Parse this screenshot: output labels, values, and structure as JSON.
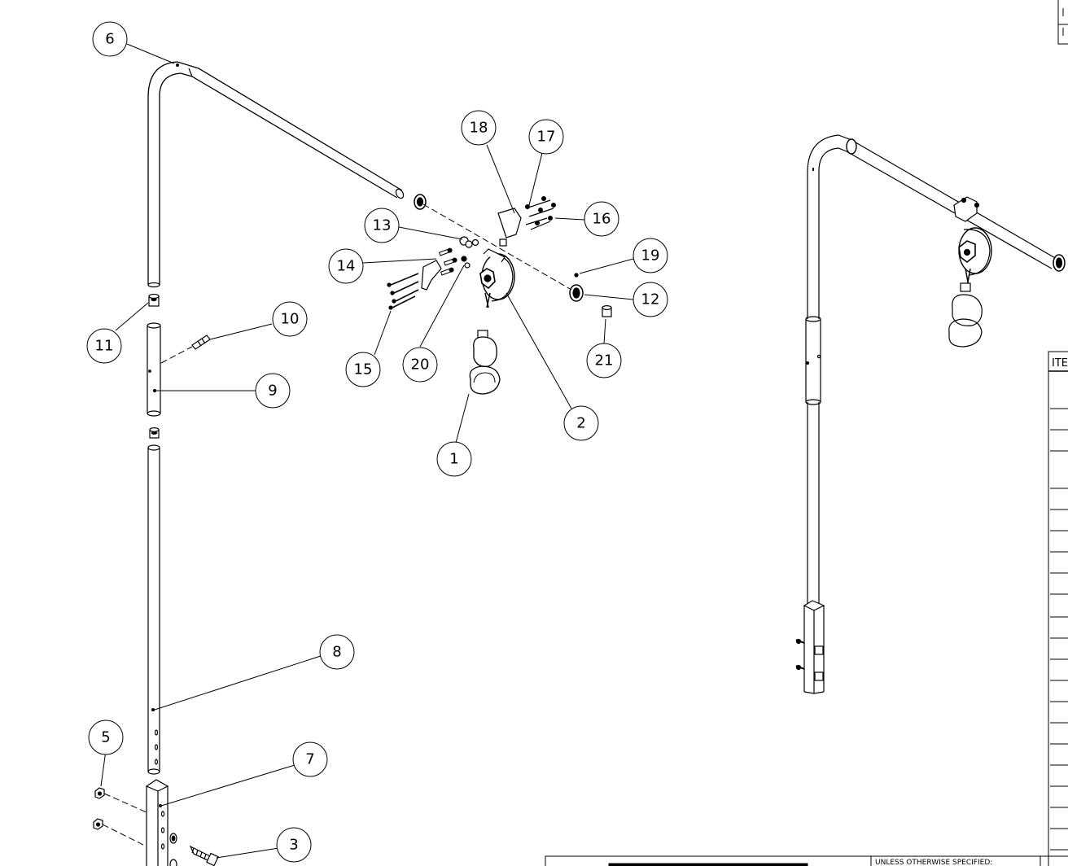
{
  "balloons": [
    {
      "label": "1"
    },
    {
      "label": "2"
    },
    {
      "label": "3"
    },
    {
      "label": "5"
    },
    {
      "label": "6"
    },
    {
      "label": "7"
    },
    {
      "label": "8"
    },
    {
      "label": "9"
    },
    {
      "label": "10"
    },
    {
      "label": "11"
    },
    {
      "label": "12"
    },
    {
      "label": "13"
    },
    {
      "label": "14"
    },
    {
      "label": "15"
    },
    {
      "label": "16"
    },
    {
      "label": "17"
    },
    {
      "label": "18"
    },
    {
      "label": "19"
    },
    {
      "label": "20"
    },
    {
      "label": "21"
    }
  ],
  "bom_table": {
    "header_fragment": "ITE"
  },
  "title_block": {
    "note": "UNLESS OTHERWISE SPECIFIED:"
  }
}
